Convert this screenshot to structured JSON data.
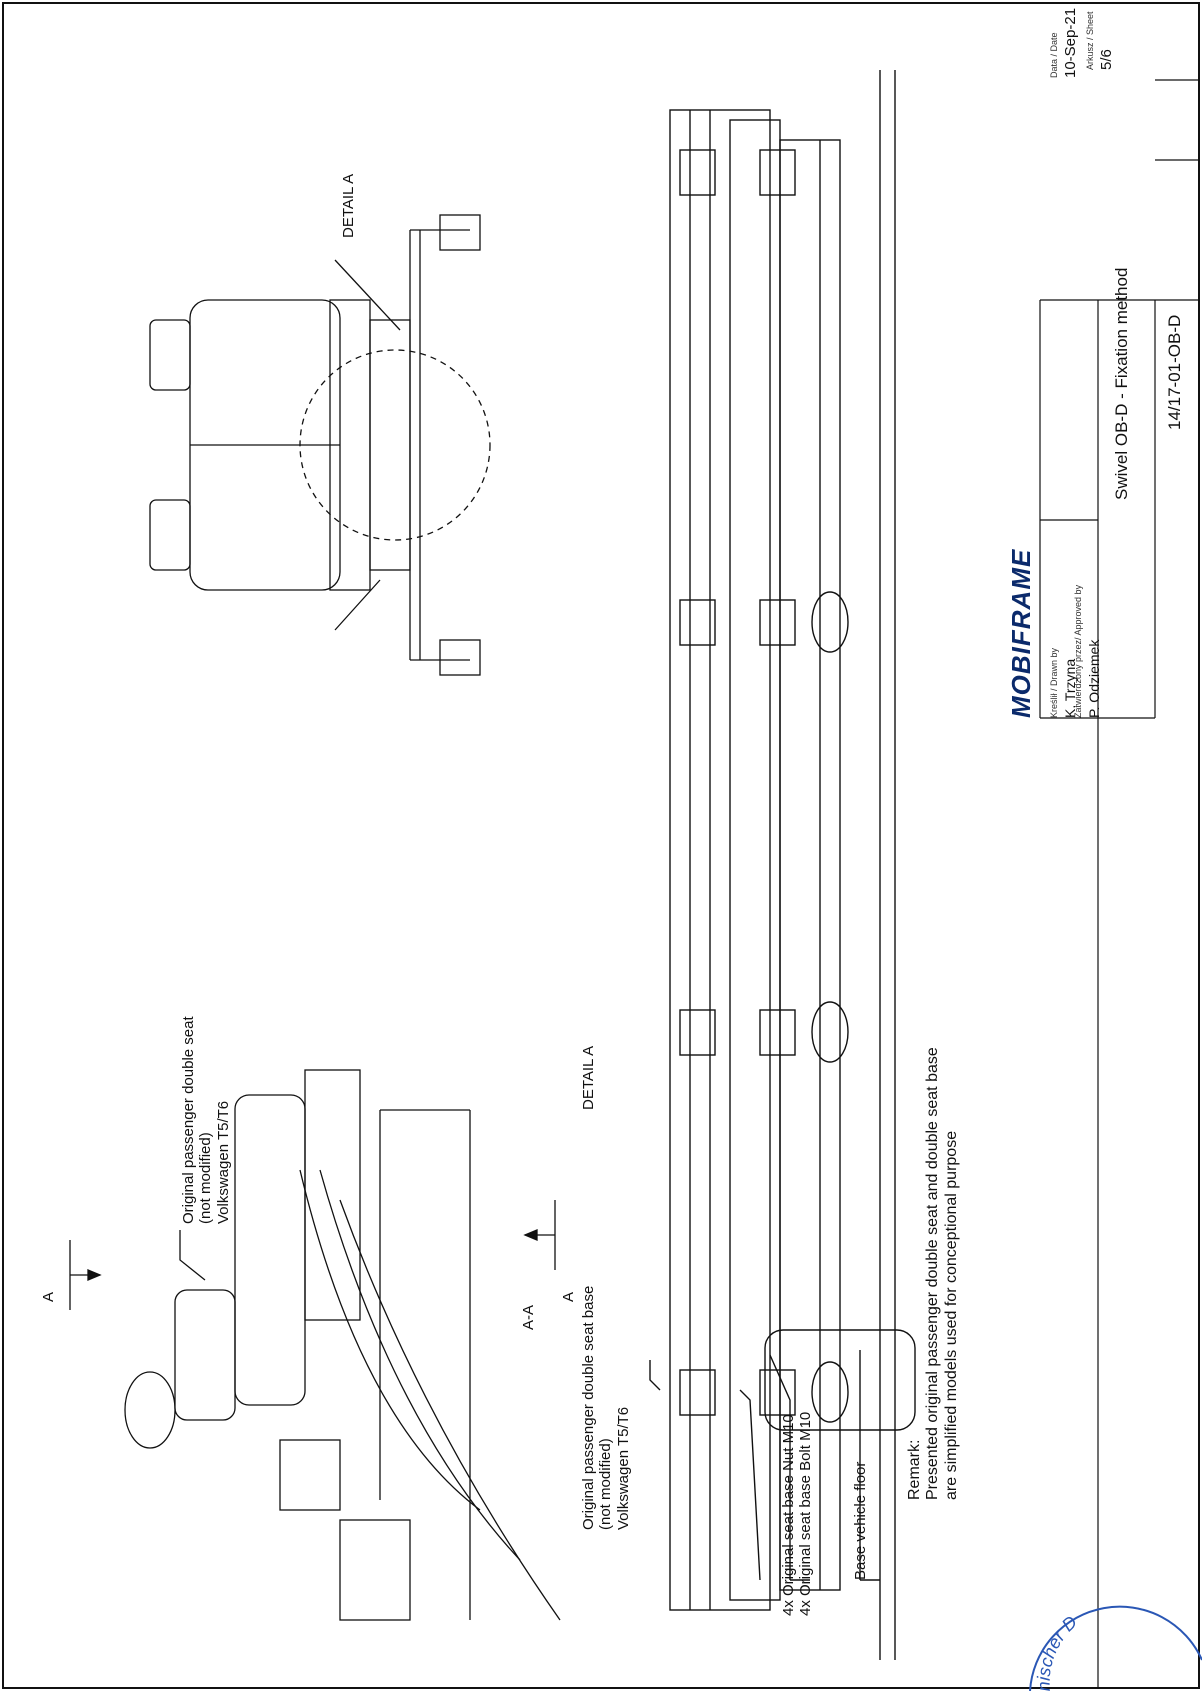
{
  "drawing": {
    "labels": {
      "seat_line1": "Original passenger double seat",
      "seat_line2": "(not modified)",
      "seat_line3": "Volkswagen T5/T6",
      "base_line1": "Original passenger double seat base",
      "base_line2": "(not modified)",
      "base_line3": "Volkswagen T5/T6",
      "fastener_line1": "4x Original seat base Nut M10",
      "fastener_line2": "4x Original seat base Bolt M10",
      "floor": "Base vehicle floor",
      "detail_a_top": "DETAIL A",
      "detail_a_mid": "DETAIL A",
      "section_aa": "A-A",
      "cut_a_top": "A",
      "cut_a_bottom": "A"
    },
    "remark": {
      "line1": "Remark:",
      "line2": "Presented original passenger double seat and double seat base",
      "line3": "are simplified models used for conceptional purpose"
    }
  },
  "title_block": {
    "logo": "MOBIFRAME",
    "drawn_by_label": "Kreślił / Drawn by",
    "drawn_by": "K. Trzyna",
    "approved_by_label": "Zatwierdzony przez/ Approved by",
    "approved_by": "P. Odziemek",
    "date_label": "Data / Date",
    "date": "10-Sep-21",
    "sheet_label": "Arkusz / Sheet",
    "sheet": "5/6",
    "title": "Swivel OB-D - Fixation method",
    "number": "14/17-01-OB-D"
  },
  "stamp": {
    "text": "nischer D"
  },
  "colors": {
    "line": "#111111",
    "stamp": "#2a57b5"
  }
}
